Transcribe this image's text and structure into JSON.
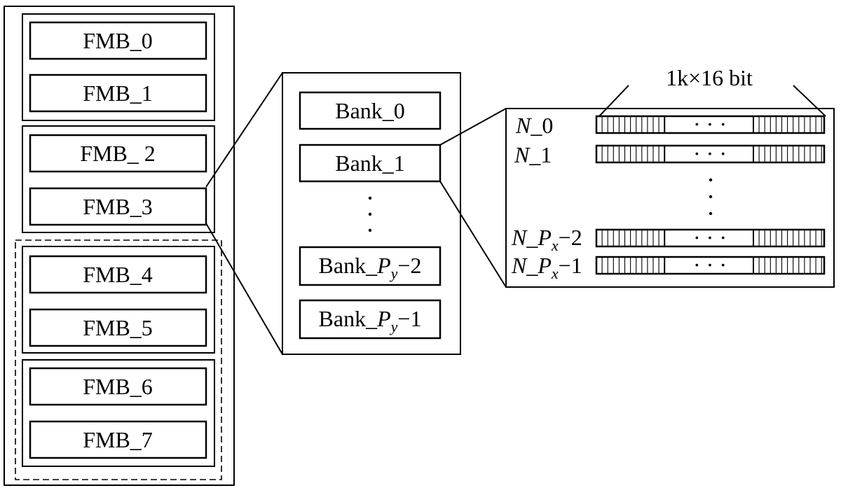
{
  "fmb_labels": [
    "FMB_0",
    "FMB_1",
    "FMB_ 2",
    "FMB_3",
    "FMB_4",
    "FMB_5",
    "FMB_6",
    "FMB_7"
  ],
  "banks": {
    "bank0": "Bank_0",
    "bank1": "Bank_1",
    "bank_py_minus2": {
      "prefix": "Bank_",
      "var": "P",
      "sub": "y",
      "suffix": "−2"
    },
    "bank_py_minus1": {
      "prefix": "Bank_",
      "var": "P",
      "sub": "y",
      "suffix": "−1"
    }
  },
  "rows": {
    "n0": {
      "var": "N",
      "suffix": "_0"
    },
    "n1": {
      "var": "N",
      "suffix": "_1"
    },
    "n_px_minus2": {
      "var": "N",
      "mid": "_",
      "var2": "P",
      "sub": "x",
      "suffix": "−2"
    },
    "n_px_minus1": {
      "var": "N",
      "mid": "_",
      "var2": "P",
      "sub": "x",
      "suffix": "−1"
    }
  },
  "width_label": "1k×16 bit",
  "row_dots": "· · ·"
}
